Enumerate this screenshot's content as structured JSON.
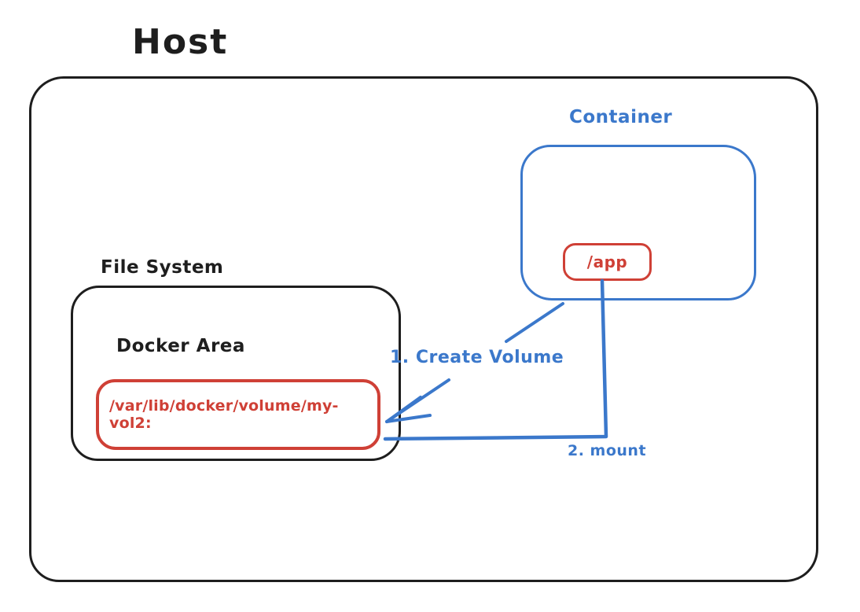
{
  "host": {
    "label": "Host"
  },
  "container": {
    "label": "Container",
    "app_box": {
      "label": "/app"
    }
  },
  "file_system": {
    "label": "File System",
    "docker_area": {
      "label": "Docker Area",
      "volume_box": {
        "label": "/var/lib/docker/volume/my-vol2:"
      }
    }
  },
  "arrows": [
    {
      "label": "1. Create Volume"
    },
    {
      "label": "2. mount"
    }
  ],
  "colors": {
    "ink": "#1e1e1e",
    "blue": "#3b78cb",
    "red": "#cf4036",
    "background": "#ffffff"
  }
}
